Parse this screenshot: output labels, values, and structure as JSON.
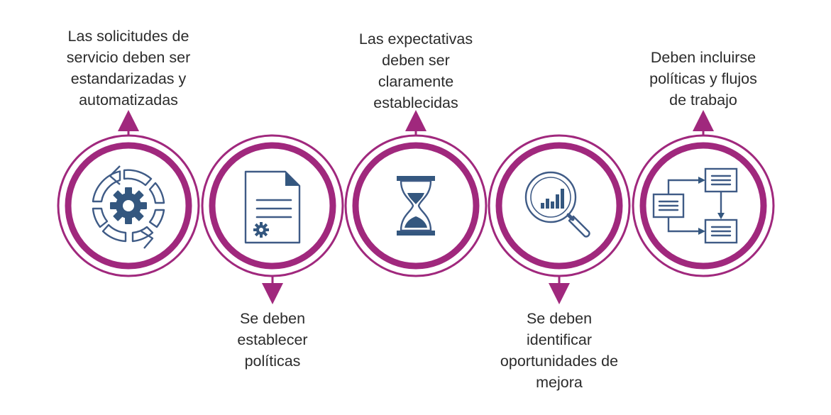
{
  "colors": {
    "accent": "#a0287d",
    "icon_stroke": "#3f5b86",
    "icon_fill": "#34577f",
    "text": "#2b2b2b"
  },
  "steps": [
    {
      "icon": "gear-cycle-icon",
      "position": "top",
      "lines": [
        "Las solicitudes de",
        "servicio deben ser",
        "estandarizadas y",
        "automatizadas"
      ]
    },
    {
      "icon": "document-gear-icon",
      "position": "bottom",
      "lines": [
        "Se deben",
        "establecer",
        "políticas"
      ]
    },
    {
      "icon": "hourglass-icon",
      "position": "top",
      "lines": [
        "Las expectativas",
        "deben ser",
        "claramente",
        "establecidas"
      ]
    },
    {
      "icon": "magnifier-chart-icon",
      "position": "bottom",
      "lines": [
        "Se deben",
        "identificar",
        "oportunidades de",
        "mejora"
      ]
    },
    {
      "icon": "workflow-icon",
      "position": "top",
      "lines": [
        "Deben incluirse",
        "políticas y flujos",
        "de trabajo"
      ]
    }
  ]
}
